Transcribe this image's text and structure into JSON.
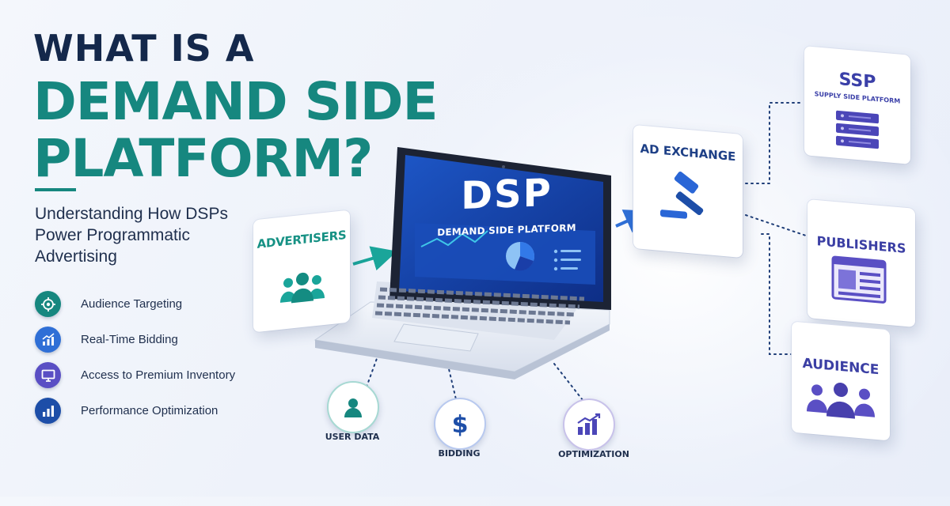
{
  "headline": {
    "line1": "WHAT IS A",
    "line2": "DEMAND SIDE",
    "line3": "PLATFORM?"
  },
  "subtitle": {
    "line1": "Understanding How DSPs",
    "line2": "Power Programmatic",
    "line3": "Advertising"
  },
  "features": [
    {
      "label": "Audience Targeting",
      "icon": "target-icon",
      "color": "#16877f"
    },
    {
      "label": "Real-Time Bidding",
      "icon": "rising-chart-icon",
      "color": "#2f6fd6"
    },
    {
      "label": "Access to Premium Inventory",
      "icon": "monitor-icon",
      "color": "#5a4fc4"
    },
    {
      "label": "Performance Optimization",
      "icon": "bar-chart-icon",
      "color": "#1d4ea8"
    }
  ],
  "laptop": {
    "screen_title": "DSP",
    "screen_subtitle": "DEMAND SIDE PLATFORM"
  },
  "nodes": {
    "advertisers": "ADVERTISERS",
    "ad_exchange": "AD EXCHANGE",
    "ssp_title": "SSP",
    "ssp_subtitle": "SUPPLY SIDE PLATFORM",
    "publishers": "PUBLISHERS",
    "audience": "AUDIENCE"
  },
  "inputs": {
    "user_data": "USER DATA",
    "bidding": "BIDDING",
    "optimization": "OPTIMIZATION"
  },
  "colors": {
    "navy": "#14284b",
    "teal": "#16877f",
    "blue": "#2f6fd6",
    "purple": "#5a4fc4",
    "screen": "#123c9e"
  }
}
